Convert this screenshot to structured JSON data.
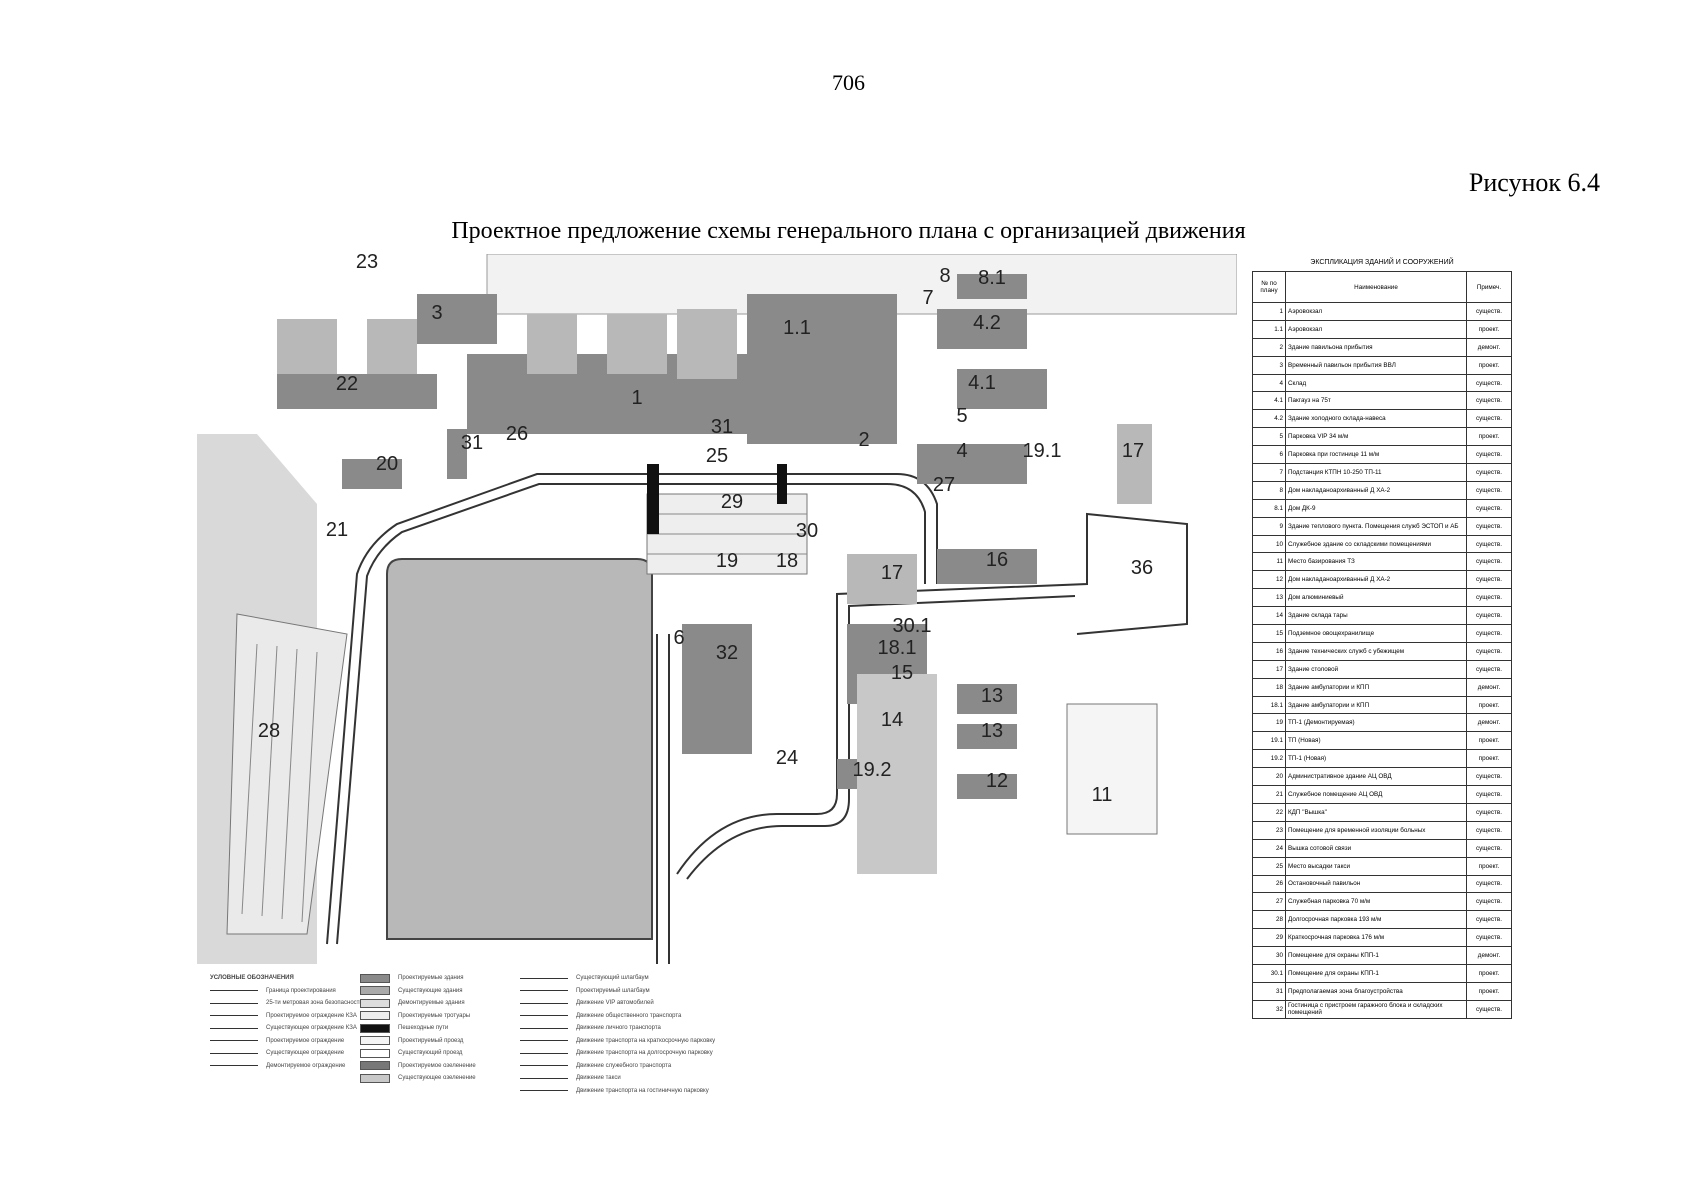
{
  "page_number": "706",
  "figure_label": "Рисунок 6.4",
  "figure_title": "Проектное предложение схемы генерального плана с организацией движения",
  "plan_labels": [
    "1",
    "1.1",
    "2",
    "3",
    "4",
    "4.1",
    "4.2",
    "5",
    "6",
    "7",
    "8",
    "8.1",
    "11",
    "12",
    "13",
    "13",
    "14",
    "15",
    "16",
    "17",
    "17",
    "18",
    "18.1",
    "19",
    "19.1",
    "19.2",
    "20",
    "21",
    "22",
    "23",
    "24",
    "25",
    "26",
    "27",
    "28",
    "29",
    "30",
    "30.1",
    "31",
    "31",
    "32",
    "36"
  ],
  "legend": {
    "header": "УСЛОВНЫЕ ОБОЗНАЧЕНИЯ",
    "col1": [
      "Граница проектирования",
      "25-ти метровая зона безопасности",
      "Проектируемое ограждение КЗА",
      "Существующее ограждение КЗА",
      "Проектируемое ограждение",
      "Существующее ограждение",
      "Демонтируемое ограждение"
    ],
    "col2": [
      "Проектируемые здания",
      "Существующие здания",
      "Демонтируемые здания",
      "Проектируемые тротуары",
      "Пешеходные пути",
      "Проектируемый проезд",
      "Существующий проезд",
      "Проектируемое озеленение",
      "Существующее озеленение"
    ],
    "col3": [
      "Существующий шлагбаум",
      "Проектируемый шлагбаум",
      "Движение VIP автомобилей",
      "Движение общественного транспорта",
      "Движение личного транспорта",
      "Движение транспорта на краткосрочную парковку",
      "Движение транспорта на долгосрочную парковку",
      "Движение служебного транспорта",
      "Движение такси",
      "Движение транспорта на гостиничную парковку"
    ]
  },
  "explication": {
    "title": "ЭКСПЛИКАЦИЯ ЗДАНИЙ И СООРУЖЕНИЙ",
    "headers": [
      "№ по плану",
      "Наименование",
      "Примеч."
    ],
    "rows": [
      [
        "1",
        "Аэровокзал",
        "существ."
      ],
      [
        "1.1",
        "Аэровокзал",
        "проект."
      ],
      [
        "2",
        "Здание павильона прибытия",
        "демонт."
      ],
      [
        "3",
        "Временный павильон прибытия ВВЛ",
        "проект."
      ],
      [
        "4",
        "Склад",
        "существ."
      ],
      [
        "4.1",
        "Пакгауз на 75т",
        "существ."
      ],
      [
        "4.2",
        "Здание холодного склада-навеса",
        "существ."
      ],
      [
        "5",
        "Парковка VIP 34 м/м",
        "проект."
      ],
      [
        "6",
        "Парковка при гостинице 11 м/м",
        "существ."
      ],
      [
        "7",
        "Подстанция КТПН 10-250 ТП-11",
        "существ."
      ],
      [
        "8",
        "Дом накладаноархиванный Д ХА-2",
        "существ."
      ],
      [
        "8.1",
        "Дом ДК-9",
        "существ."
      ],
      [
        "9",
        "Здание теплового пункта. Помещения служб ЭСТОП и АБ",
        "существ."
      ],
      [
        "10",
        "Служебное здание со складскими помещениями",
        "существ."
      ],
      [
        "11",
        "Место базирования ТЗ",
        "существ."
      ],
      [
        "12",
        "Дом накладаноархиванный Д ХА-2",
        "существ."
      ],
      [
        "13",
        "Дом алюминиевый",
        "существ."
      ],
      [
        "14",
        "Здание склада тары",
        "существ."
      ],
      [
        "15",
        "Подземное овощехранилище",
        "существ."
      ],
      [
        "16",
        "Здание технических служб с убежищем",
        "существ."
      ],
      [
        "17",
        "Здание столовой",
        "существ."
      ],
      [
        "18",
        "Здание амбулатории и КПП",
        "демонт."
      ],
      [
        "18.1",
        "Здание амбулатории и КПП",
        "проект."
      ],
      [
        "19",
        "ТП-1 (Демонтируемая)",
        "демонт."
      ],
      [
        "19.1",
        "ТП (Новая)",
        "проект."
      ],
      [
        "19.2",
        "ТП-1 (Новая)",
        "проект."
      ],
      [
        "20",
        "Административное здание АЦ ОВД",
        "существ."
      ],
      [
        "21",
        "Служебное помещение АЦ ОВД",
        "существ."
      ],
      [
        "22",
        "КДП \"Вышка\"",
        "существ."
      ],
      [
        "23",
        "Помещение для временной изоляции больных",
        "существ."
      ],
      [
        "24",
        "Вышка сотовой связи",
        "существ."
      ],
      [
        "25",
        "Место высадки такси",
        "проект."
      ],
      [
        "26",
        "Остановочный павильон",
        "существ."
      ],
      [
        "27",
        "Служебная парковка 70 м/м",
        "существ."
      ],
      [
        "28",
        "Долгосрочная парковка 193 м/м",
        "существ."
      ],
      [
        "29",
        "Краткосрочная парковка 176 м/м",
        "существ."
      ],
      [
        "30",
        "Помещение для охраны КПП-1",
        "демонт."
      ],
      [
        "30.1",
        "Помещение для охраны КПП-1",
        "проект."
      ],
      [
        "31",
        "Предполагаемая зона благоустройства",
        "проект."
      ],
      [
        "32",
        "Гостиница с пристроем гаражного блока и складских помещений",
        "существ."
      ]
    ]
  }
}
